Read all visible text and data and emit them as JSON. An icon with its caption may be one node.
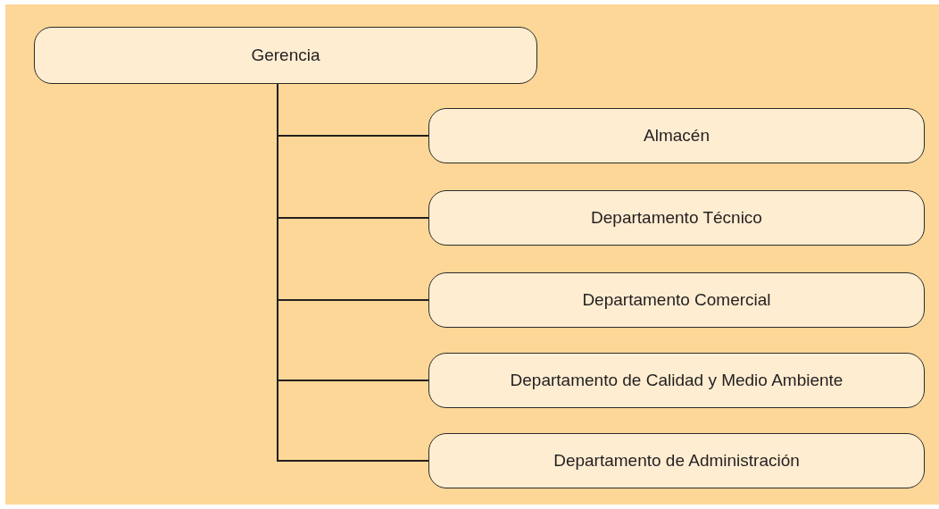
{
  "diagram": {
    "nodes": [
      {
        "text": [
          "Gerencia"
        ]
      },
      {
        "text": [
          "Almacén"
        ]
      },
      {
        "text": [
          "Departamento Técnico"
        ]
      },
      {
        "text": [
          "Departamento Comercial"
        ]
      },
      {
        "text": [
          "Departamento de Calidad y Medio Ambiente"
        ]
      },
      {
        "text": [
          "Departamento de Administración"
        ]
      }
    ],
    "edges": [
      {
        "from": 0,
        "to": 1,
        "arrow": "none"
      },
      {
        "from": 0,
        "to": 2,
        "arrow": "none"
      },
      {
        "from": 0,
        "to": 3,
        "arrow": "none"
      },
      {
        "from": 0,
        "to": 4,
        "arrow": "none"
      },
      {
        "from": 0,
        "to": 5,
        "arrow": "none"
      }
    ]
  }
}
